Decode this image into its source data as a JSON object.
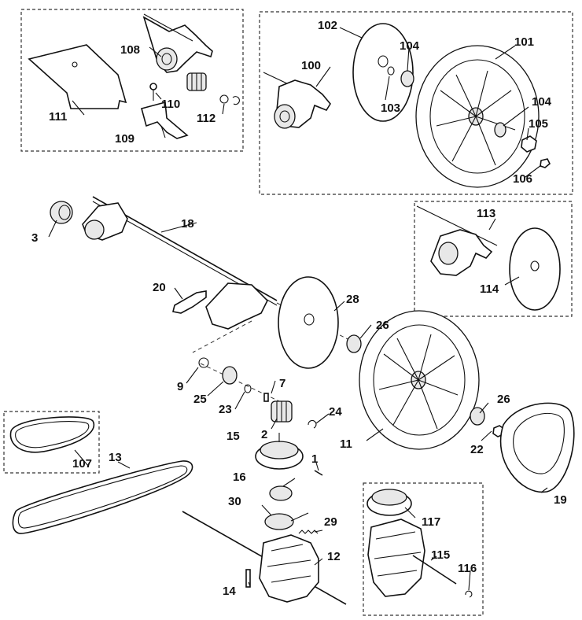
{
  "callouts": {
    "c1": "1",
    "c2": "2",
    "c3": "3",
    "c7": "7",
    "c9": "9",
    "c11": "11",
    "c12": "12",
    "c13": "13",
    "c14": "14",
    "c15": "15",
    "c16": "16",
    "c18": "18",
    "c19": "19",
    "c20": "20",
    "c22": "22",
    "c23": "23",
    "c24": "24",
    "c25": "25",
    "c26a": "26",
    "c26b": "26",
    "c28": "28",
    "c29": "29",
    "c30": "30",
    "c100": "100",
    "c101": "101",
    "c102": "102",
    "c103": "103",
    "c104a": "104",
    "c104b": "104",
    "c105": "105",
    "c106": "106",
    "c107": "107",
    "c108": "108",
    "c109": "109",
    "c110": "110",
    "c111": "111",
    "c112": "112",
    "c113": "113",
    "c114": "114",
    "c115": "115",
    "c116": "116",
    "c117": "117"
  }
}
